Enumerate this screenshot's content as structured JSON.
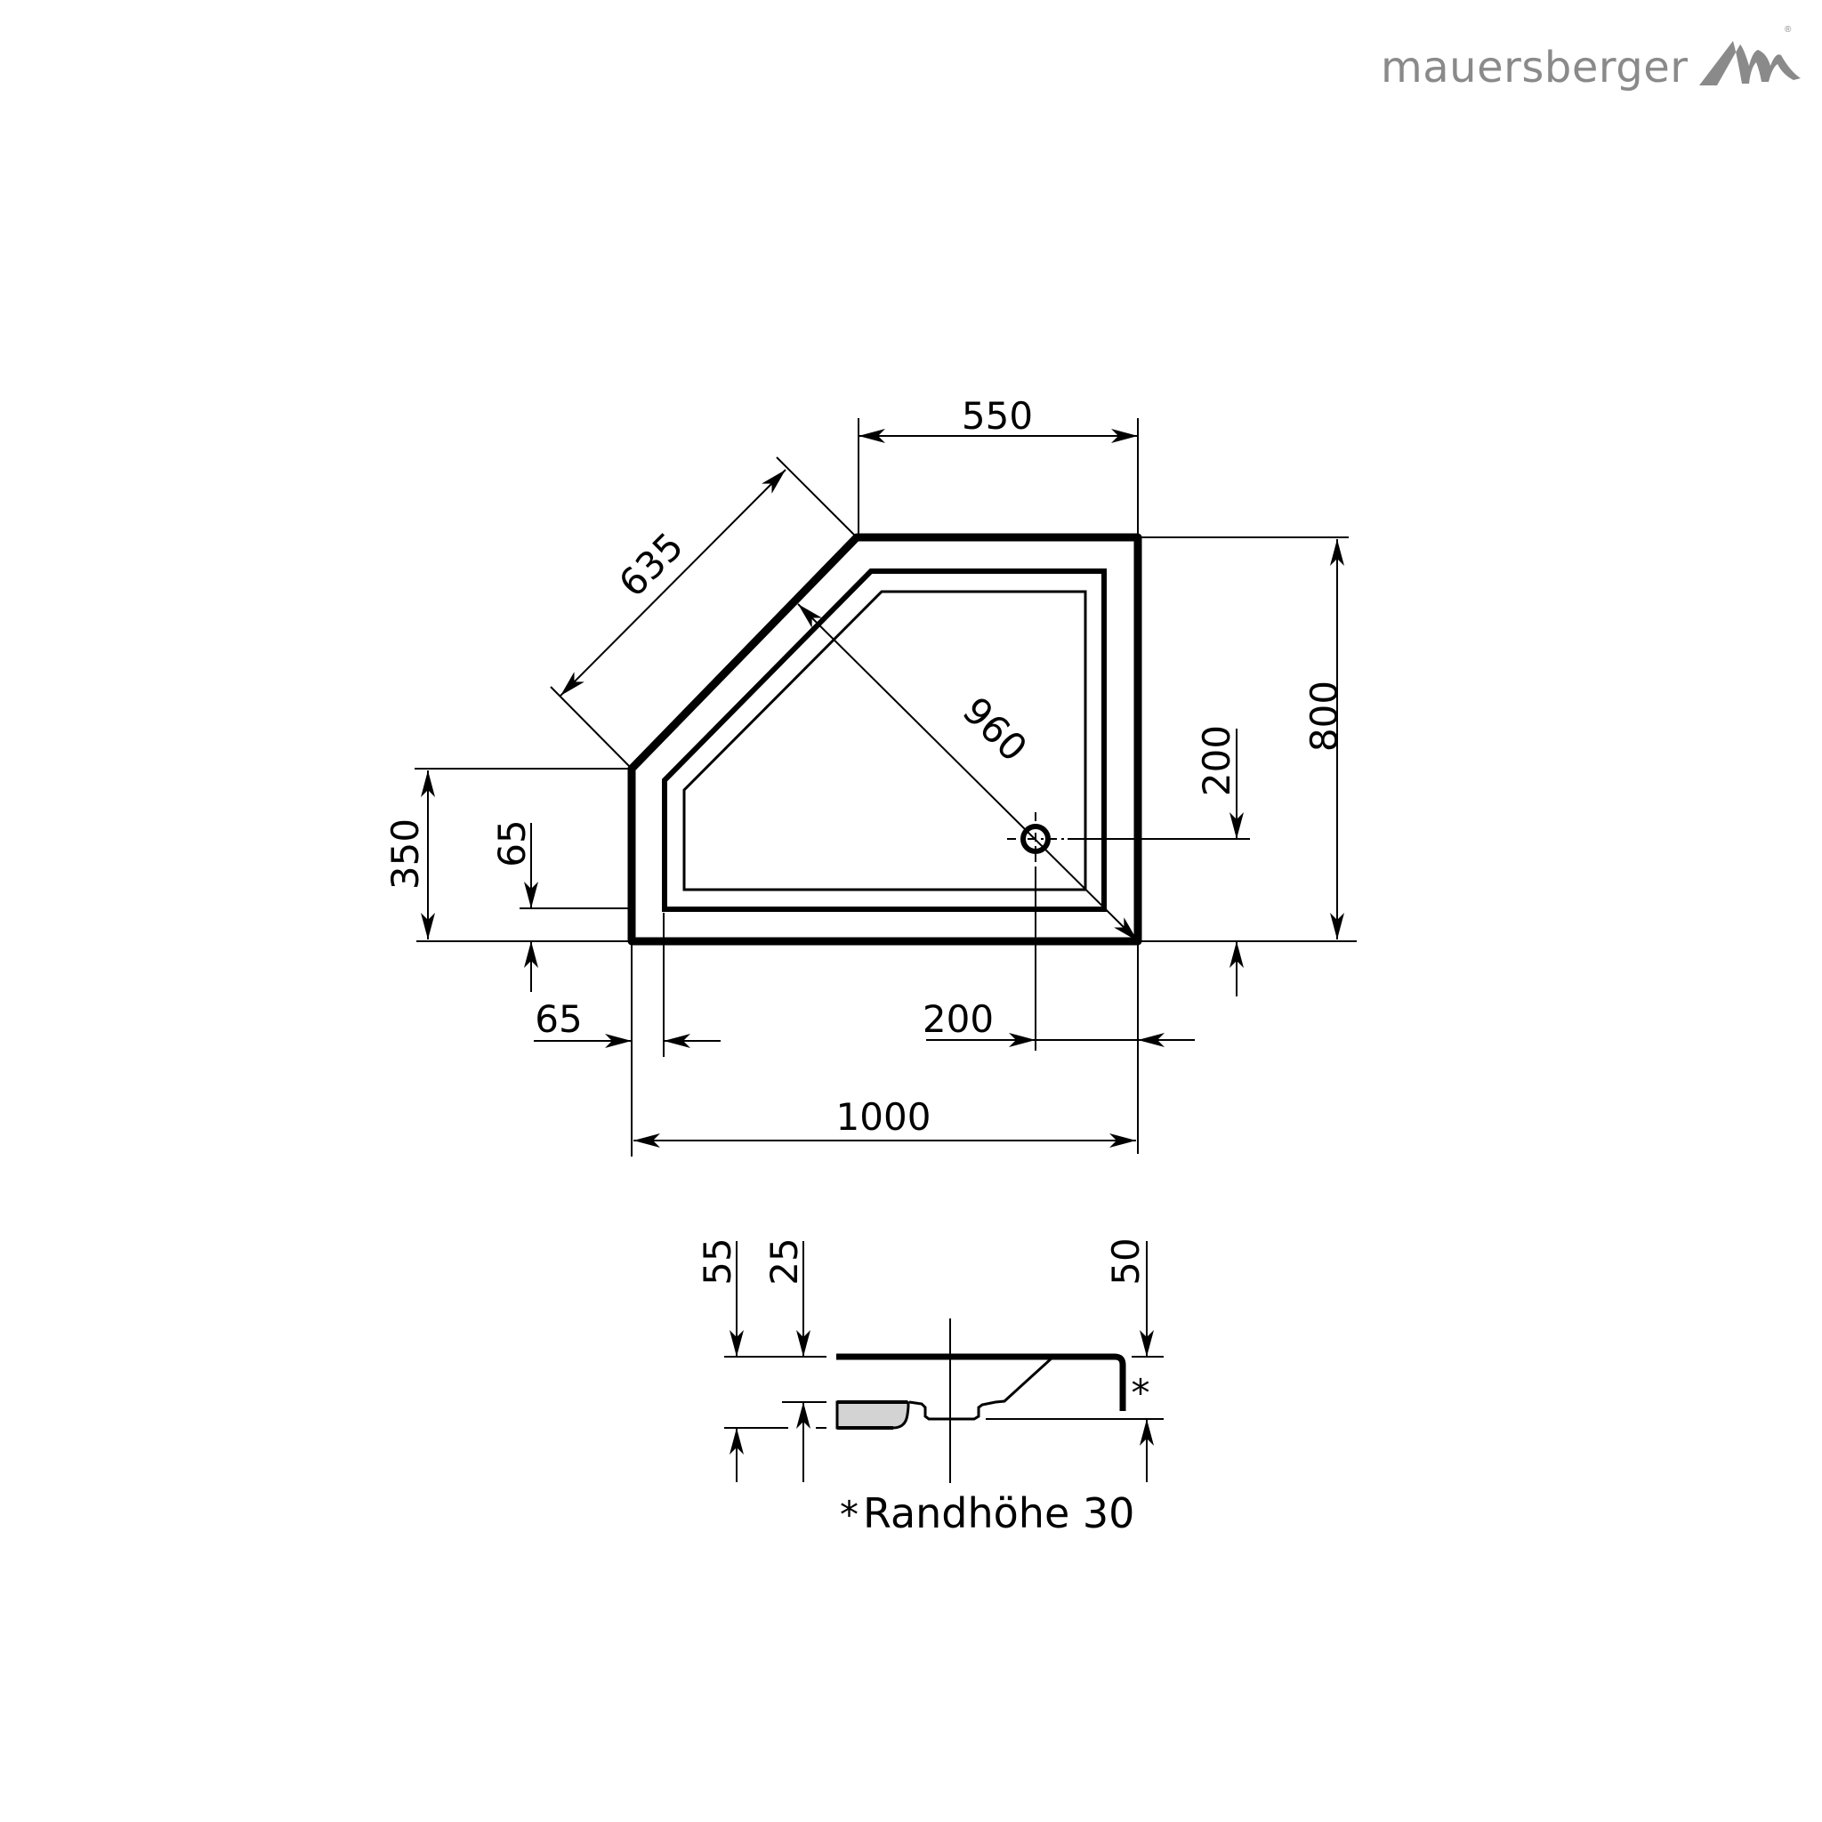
{
  "brand": {
    "name": "mauersberger",
    "registered_mark": "®",
    "logo_icon": "mountain-m-icon",
    "color": "#8a8a8a"
  },
  "plan_view": {
    "description": "Pentagonal shower tray top view",
    "dimensions": {
      "top_width": "550",
      "diagonal_edge": "635",
      "diagonal_span": "960",
      "overall_height": "800",
      "left_edge_height": "350",
      "rim_left": "65",
      "rim_bottom": "65",
      "drain_from_bottom": "200",
      "drain_from_right": "200",
      "overall_width": "1000"
    },
    "drain_icon": "drain-circle-icon"
  },
  "section_view": {
    "description": "Cross-section profile",
    "dimensions": {
      "total_height": "55",
      "inner_height": "25",
      "rim_depth": "50"
    },
    "asterisk": "*",
    "footnote_marker": "*",
    "footnote": "Randhöhe 30",
    "fill_color": "#d3d3d3"
  }
}
